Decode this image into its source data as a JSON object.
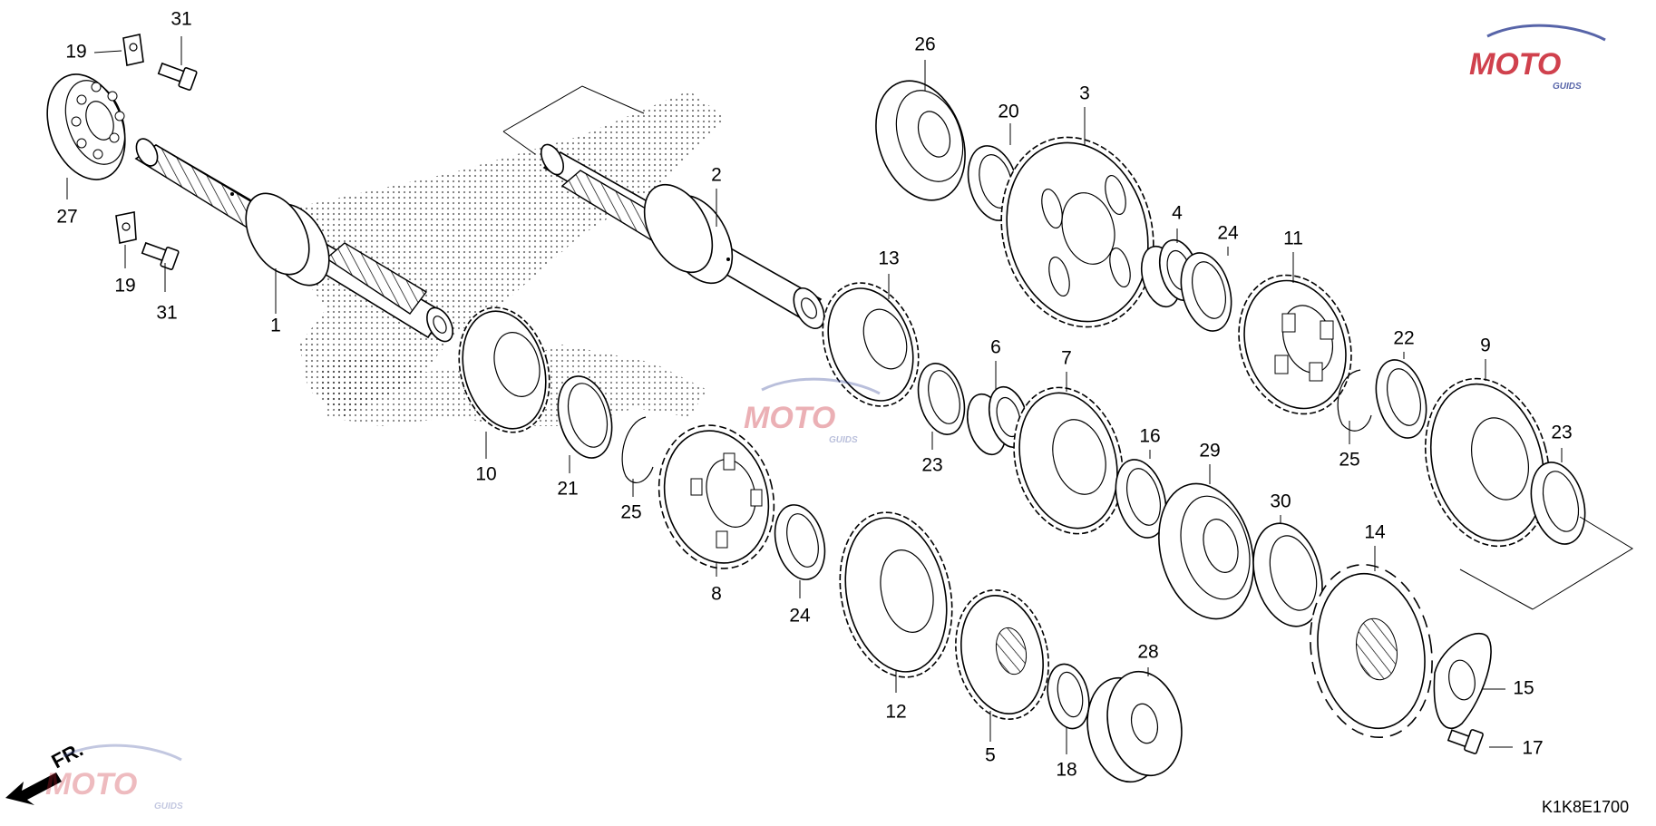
{
  "diagram_code": "K1K8E1700",
  "direction_label": "FR.",
  "watermark": {
    "text": "MOTO",
    "subtext": "GUIDS",
    "color": "#c8202f",
    "accent": "#3a4a9a"
  },
  "callouts": [
    {
      "id": "c31a",
      "label": "31"
    },
    {
      "id": "c19a",
      "label": "19"
    },
    {
      "id": "c27",
      "label": "27"
    },
    {
      "id": "c19b",
      "label": "19"
    },
    {
      "id": "c31b",
      "label": "31"
    },
    {
      "id": "c1",
      "label": "1"
    },
    {
      "id": "c2",
      "label": "2"
    },
    {
      "id": "c10",
      "label": "10"
    },
    {
      "id": "c21",
      "label": "21"
    },
    {
      "id": "c25a",
      "label": "25"
    },
    {
      "id": "c8",
      "label": "8"
    },
    {
      "id": "c24a",
      "label": "24"
    },
    {
      "id": "c13",
      "label": "13"
    },
    {
      "id": "c26",
      "label": "26"
    },
    {
      "id": "c20",
      "label": "20"
    },
    {
      "id": "c3",
      "label": "3"
    },
    {
      "id": "c4",
      "label": "4"
    },
    {
      "id": "c24b",
      "label": "24"
    },
    {
      "id": "c11",
      "label": "11"
    },
    {
      "id": "c6",
      "label": "6"
    },
    {
      "id": "c23a",
      "label": "23"
    },
    {
      "id": "c7",
      "label": "7"
    },
    {
      "id": "c16",
      "label": "16"
    },
    {
      "id": "c29",
      "label": "29"
    },
    {
      "id": "c30",
      "label": "30"
    },
    {
      "id": "c22",
      "label": "22"
    },
    {
      "id": "c9",
      "label": "9"
    },
    {
      "id": "c25b",
      "label": "25"
    },
    {
      "id": "c23b",
      "label": "23"
    },
    {
      "id": "c14",
      "label": "14"
    },
    {
      "id": "c15",
      "label": "15"
    },
    {
      "id": "c17",
      "label": "17"
    },
    {
      "id": "c12",
      "label": "12"
    },
    {
      "id": "c5",
      "label": "5"
    },
    {
      "id": "c18",
      "label": "18"
    },
    {
      "id": "c28",
      "label": "28"
    }
  ]
}
